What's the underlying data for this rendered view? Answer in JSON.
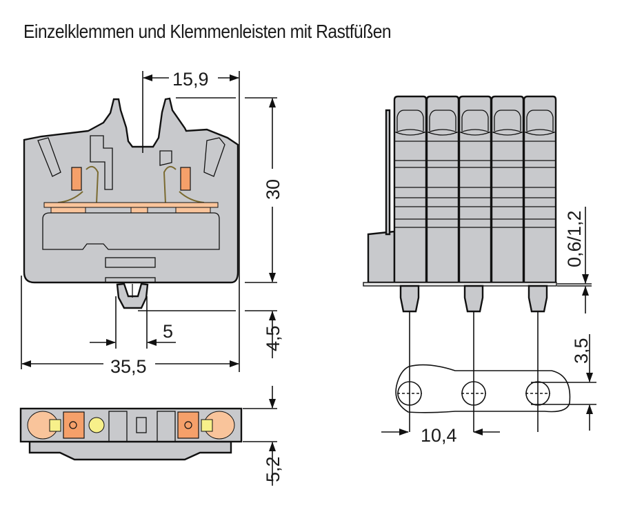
{
  "title": "Einzelklemmen und Klemmenleisten mit Rastfüßen",
  "dimensions": {
    "width_top": "15,9",
    "height_main": "30",
    "foot_width": "5",
    "foot_height": "4,5",
    "total_width": "35,5",
    "bottom_height": "5,2",
    "plate_thickness": "0,6/1,2",
    "pitch": "10,4",
    "hole_dia": "3,5"
  },
  "colors": {
    "housing": "#c8c9cc",
    "busbar": "#f9c49b",
    "clamp": "#f5a06a",
    "marker": "#f7f08a",
    "line": "#111111"
  },
  "views": [
    "front-view",
    "side-view-rail",
    "top-view",
    "mounting-hole-pattern"
  ]
}
